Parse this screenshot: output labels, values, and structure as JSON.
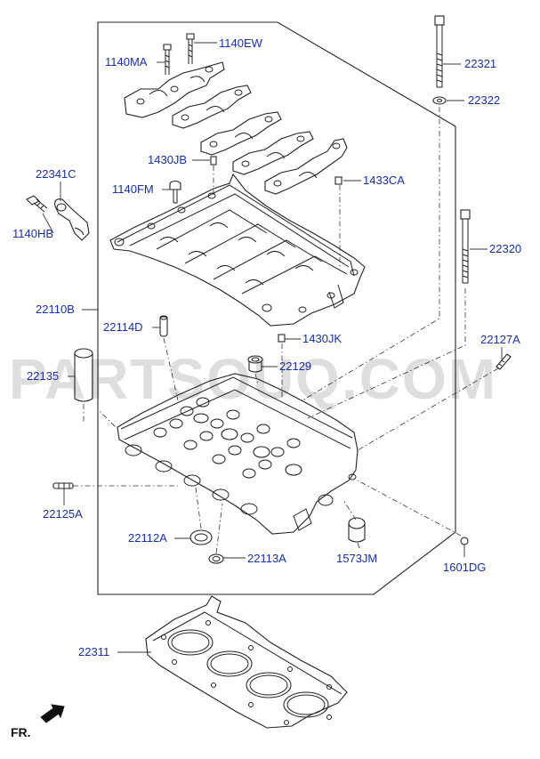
{
  "diagram": {
    "watermark": "PARTSOUQ.COM",
    "direction_label": "FR.",
    "labels": {
      "p1140EW": "1140EW",
      "p1140MA": "1140MA",
      "p22321": "22321",
      "p22322": "22322",
      "p1430JB": "1430JB",
      "p22341C": "22341C",
      "p1140FM": "1140FM",
      "p1433CA": "1433CA",
      "p1140HB": "1140HB",
      "p22320": "22320",
      "p22110B": "22110B",
      "p22114D": "22114D",
      "p1430JK": "1430JK",
      "p22127A": "22127A",
      "p22135": "22135",
      "p22129": "22129",
      "p22125A": "22125A",
      "p22112A": "22112A",
      "p22113A": "22113A",
      "p1573JM": "1573JM",
      "p1601DG": "1601DG",
      "p22311": "22311"
    }
  }
}
